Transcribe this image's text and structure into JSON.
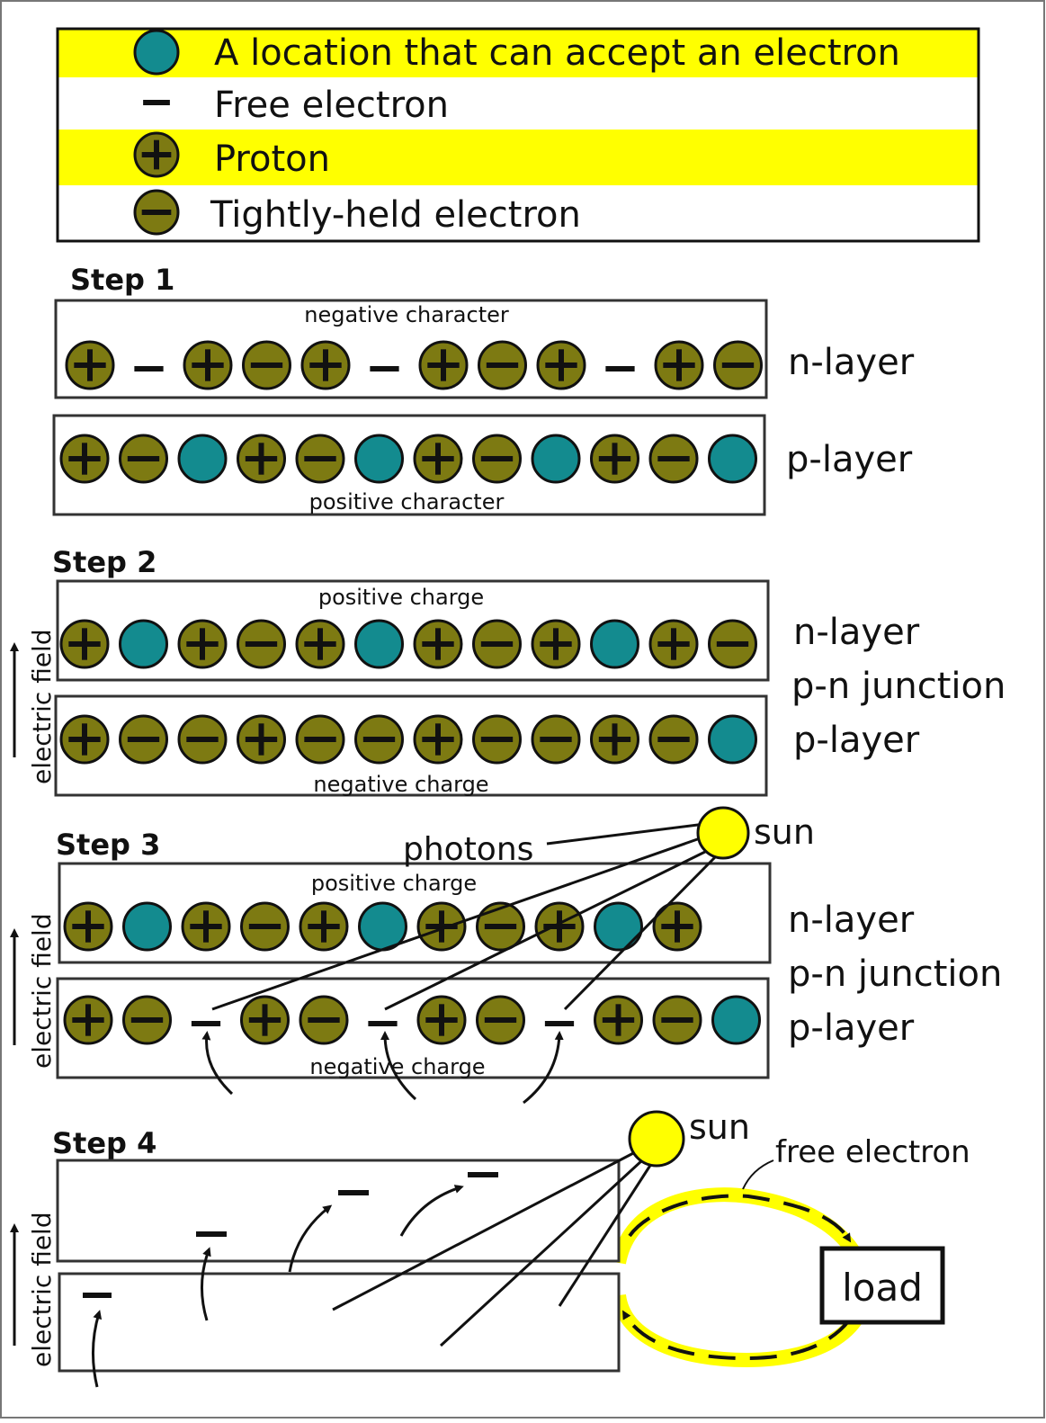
{
  "colors": {
    "olive": "#7d7a12",
    "teal": "#138b8f",
    "yellow": "#ffff00",
    "black": "#111111",
    "grey_frame": "#777777"
  },
  "legend": [
    {
      "symbol": "acceptor",
      "label": "A location that can accept an electron",
      "highlight": true
    },
    {
      "symbol": "free-electron",
      "label": "Free electron",
      "highlight": false
    },
    {
      "symbol": "proton",
      "label": "Proton",
      "highlight": true
    },
    {
      "symbol": "tight-electron",
      "label": "Tightly-held electron",
      "highlight": false
    }
  ],
  "labels": {
    "electric_field": "electric field",
    "sun": "sun",
    "photons": "photons",
    "free_electron": "free electron",
    "load": "load"
  },
  "steps": [
    {
      "title": "Step 1",
      "top_caption": "negative character",
      "bottom_caption": "positive character",
      "side_labels": [
        "n-layer",
        "p-layer"
      ],
      "n_row": [
        "P",
        "F",
        "P",
        "T",
        "P",
        "F",
        "P",
        "T",
        "P",
        "F",
        "P",
        "T"
      ],
      "p_row": [
        "P",
        "T",
        "A",
        "P",
        "T",
        "A",
        "P",
        "T",
        "A",
        "P",
        "T",
        "A"
      ]
    },
    {
      "title": "Step 2",
      "top_caption": "positive charge",
      "bottom_caption": "negative charge",
      "side_labels": [
        "n-layer",
        "p-n junction",
        "p-layer"
      ],
      "n_row": [
        "P",
        "A",
        "P",
        "T",
        "P",
        "A",
        "P",
        "T",
        "P",
        "A",
        "P",
        "T"
      ],
      "p_row": [
        "P",
        "T",
        "T",
        "P",
        "T",
        "T",
        "P",
        "T",
        "T",
        "P",
        "T",
        "A"
      ]
    },
    {
      "title": "Step 3",
      "top_caption": "positive charge",
      "bottom_caption": "negative charge",
      "side_labels": [
        "n-layer",
        "p-n junction",
        "p-layer"
      ],
      "n_row": [
        "P",
        "A",
        "P",
        "T",
        "P",
        "A",
        "P",
        "T",
        "P",
        "A",
        "P"
      ],
      "p_row": [
        "P",
        "T",
        "F",
        "P",
        "T",
        "F",
        "P",
        "T",
        "F",
        "P",
        "T",
        "A"
      ]
    },
    {
      "title": "Step 4"
    }
  ]
}
